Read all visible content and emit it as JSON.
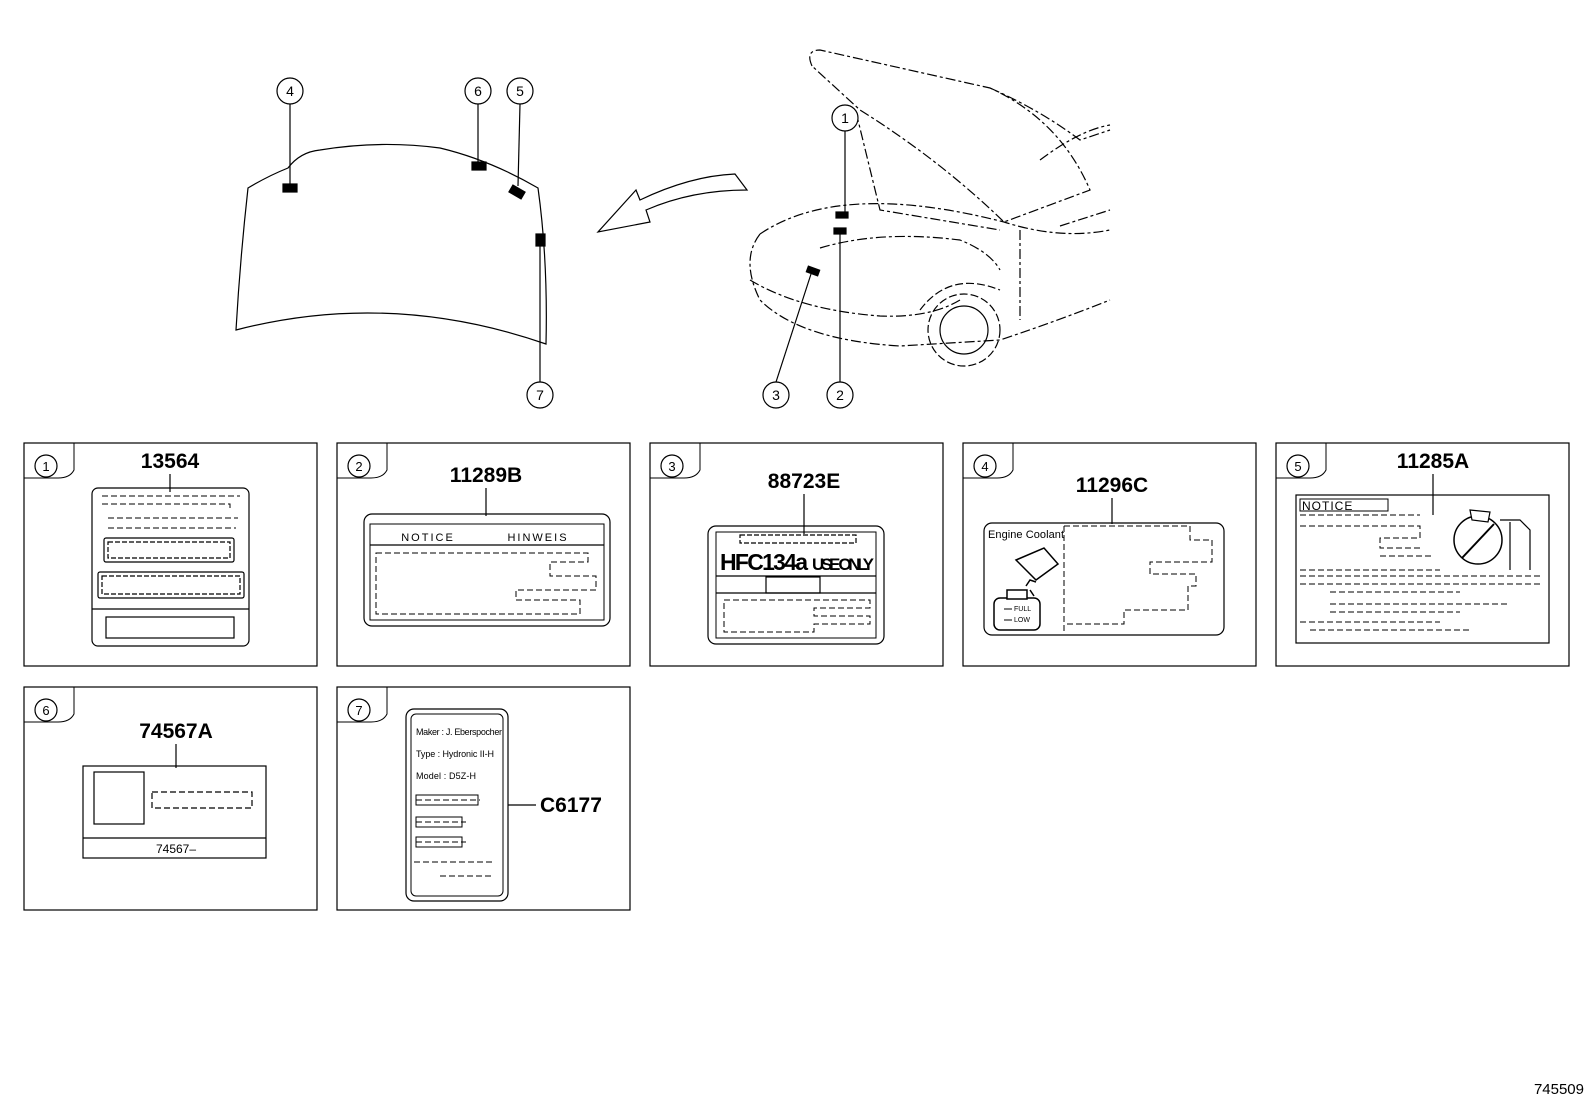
{
  "overview": {
    "hood_callouts": [
      "4",
      "6",
      "5",
      "7"
    ],
    "car_callouts": [
      "1",
      "3",
      "2"
    ]
  },
  "panels": [
    {
      "index": "1",
      "part_number": "13564"
    },
    {
      "index": "2",
      "part_number": "11289B",
      "label_header_left": "NOTICE",
      "label_header_right": "HINWEIS"
    },
    {
      "index": "3",
      "part_number": "88723E",
      "label_text_a": "HFC134a",
      "label_text_b": "USE ONLY"
    },
    {
      "index": "4",
      "part_number": "11296C",
      "label_title": "Engine Coolant",
      "level_full": "FULL",
      "level_low": "LOW"
    },
    {
      "index": "5",
      "part_number": "11285A",
      "label_title": "NOTICE"
    },
    {
      "index": "6",
      "part_number": "74567A",
      "label_footer": "74567–"
    },
    {
      "index": "7",
      "part_number": "C6177",
      "maker": "Maker : J. Eberspocher",
      "type": "Type   : Hydronic II-H",
      "model": "Model  : D5Z-H"
    }
  ],
  "diagram_id": "745509"
}
